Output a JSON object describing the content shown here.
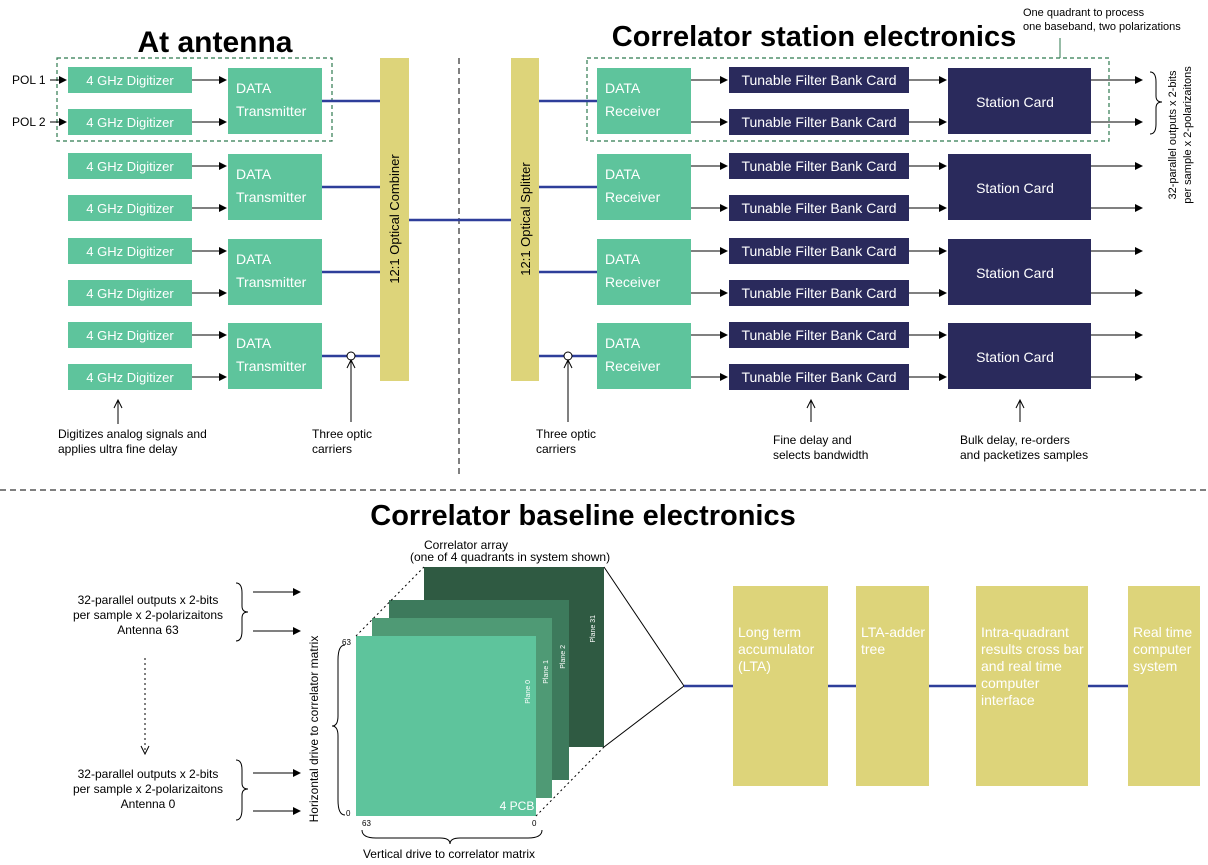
{
  "titles": {
    "antenna": "At antenna",
    "station": "Correlator station electronics",
    "baseline": "Correlator baseline electronics"
  },
  "inputs": {
    "pol1": "POL 1",
    "pol2": "POL 2"
  },
  "labels": {
    "digitizer": "4 GHz Digitizer",
    "data": "DATA",
    "transmitter": "Transmitter",
    "receiver": "Receiver",
    "combiner": "12:1 Optical Combiner",
    "splitter": "12:1 Optical Splitter",
    "tfb": "Tunable Filter Bank Card",
    "station_card": "Station Card"
  },
  "notes": {
    "quadrant": [
      "One quadrant to process",
      "one baseband, two polarizations"
    ],
    "outputs_vertical": [
      "32-parallel outputs x 2-bits",
      "per sample x 2-polarizaitons"
    ],
    "digitizes": [
      "Digitizes analog signals and",
      "applies ultra fine delay"
    ],
    "optic_left": [
      "Three optic",
      "carriers"
    ],
    "optic_right": [
      "Three optic",
      "carriers"
    ],
    "fine_delay": [
      "Fine delay and",
      "selects bandwidth"
    ],
    "bulk_delay": [
      "Bulk delay, re-orders",
      "and packetizes samples"
    ]
  },
  "baseline": {
    "inputs_top": [
      "32-parallel outputs x 2-bits",
      "per sample x 2-polarizaitons",
      "Antenna 63"
    ],
    "inputs_bottom": [
      "32-parallel outputs x 2-bits",
      "per sample x 2-polarizaitons",
      "Antenna 0"
    ],
    "array_label": [
      "Correlator array",
      "(one of 4 quadrants in system shown)"
    ],
    "horizontal_drive": "Horizontal drive to correlator matrix",
    "vertical_drive": "Vertical drive to correlator matrix",
    "pcb": "4 PCB",
    "ticks": {
      "left_top": "63",
      "left_bottom": "0",
      "bottom_left": "63",
      "bottom_right": "0"
    },
    "planes": [
      "Plane 0",
      "Plane 1",
      "Plane 2",
      "Plane 31"
    ],
    "stages": [
      [
        "Long term",
        "accumulator",
        "(LTA)"
      ],
      [
        "LTA-adder",
        "tree"
      ],
      [
        "Intra-quadrant",
        "results cross bar",
        "and real time",
        "computer",
        "interface"
      ],
      [
        "Real time",
        "computer",
        "system"
      ]
    ]
  },
  "colors": {
    "green": "#5ec49c",
    "navy": "#2a2a5c",
    "khaki": "#ddd47a",
    "blue_line": "#2e3e9a",
    "dash_green": "#2f7a4f",
    "plane_dark": "#2f5a42",
    "plane_mid": "#3d7a5c",
    "plane_light": "#4f9a75"
  }
}
